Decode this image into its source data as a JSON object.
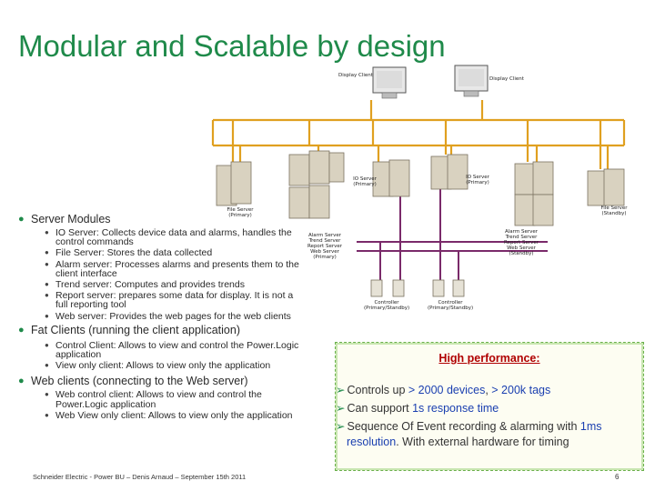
{
  "slide": {
    "title": "Modular and Scalable by design",
    "footer": "Schneider Electric - Power BU – Denis Arnaud – September 15th 2011",
    "page_number": "6"
  },
  "diagram": {
    "display_client": "Display Client",
    "display_client2": "Display Client",
    "file_server": "File Server (Primary)",
    "io_server_left": "IO Server (Primary)",
    "io_server_right": "IO Server (Primary)",
    "alarm_server_left": "Alarm Server Trend Server Report Server Web Server (Primary)",
    "alarm_server_right": "Alarm Server Trend Server Report Server Web Server (Standby)",
    "file_server_standby": "File Server (Standby)",
    "controller_left": "Controller (Primary/Standby)",
    "controller_right": "Controller (Primary/Standby)",
    "colors": {
      "ethernet": "#e0a020",
      "fieldbus": "#7a2a6a",
      "pc": "#d9d2c0"
    }
  },
  "bullets": [
    {
      "label": "Server Modules",
      "items": [
        "IO Server: Collects device data and alarms, handles the control commands",
        "File Server: Stores the data collected",
        "Alarm server: Processes alarms and presents them to the client interface",
        "Trend server: Computes and provides trends",
        "Report server: prepares some data for display. It is not a full reporting tool",
        "Web server: Provides the web pages for the web clients"
      ]
    },
    {
      "label": "Fat Clients (running the client application)",
      "items": [
        "Control Client: Allows to view and control the Power.Logic application",
        "View only client: Allows to view only the application"
      ]
    },
    {
      "label": "Web clients (connecting to the Web server)",
      "items": [
        "Web control client: Allows to view and control the Power.Logic application",
        "Web View only client: Allows to view only the application"
      ]
    }
  ],
  "performance": {
    "title": "High performance:",
    "line1_a": "Controls up ",
    "line1_b": "> 2000 devices",
    "line1_c": ",  ",
    "line1_d": "> 200k tags",
    "line2_a": "Can support ",
    "line2_b": "1s response time",
    "line3_a": "Sequence Of Event recording & alarming with ",
    "line3_b": "1ms",
    "line4_a": "resolution",
    "line4_b": ". With external hardware for timing"
  }
}
